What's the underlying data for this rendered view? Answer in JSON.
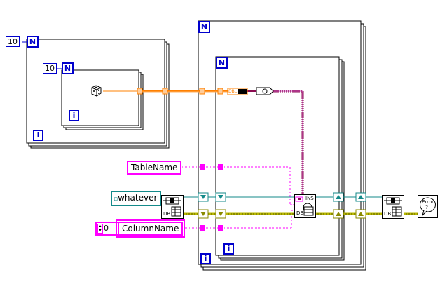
{
  "outer_loop": {
    "count": "10",
    "count_terminal": "N",
    "iteration_terminal": "i"
  },
  "inner_loop": {
    "count": "10",
    "count_terminal": "N",
    "iteration_terminal": "i"
  },
  "main_loop": {
    "count_terminal": "N",
    "iteration_terminal": "i"
  },
  "nested_loop": {
    "count_terminal": "N",
    "iteration_terminal": "i"
  },
  "controls": {
    "table_name": "TableName",
    "whatever": "whatever",
    "column_name": "ColumnName",
    "index_value": "0"
  },
  "nodes": {
    "random_icon": "dice-icon",
    "db_open": "DB",
    "db_insert": "DB",
    "db_close": "DB",
    "insert_label": "INS",
    "dbl_label": "DBL",
    "error": "Error ?!"
  },
  "colors": {
    "loop_border": "#000000",
    "label_blue": "#0000cc",
    "wire_string": "#ff00ff",
    "wire_refnum": "#138a8a",
    "wire_error": "#b8b800",
    "wire_double": "#ff8000",
    "wire_variant": "#8b0a50"
  }
}
